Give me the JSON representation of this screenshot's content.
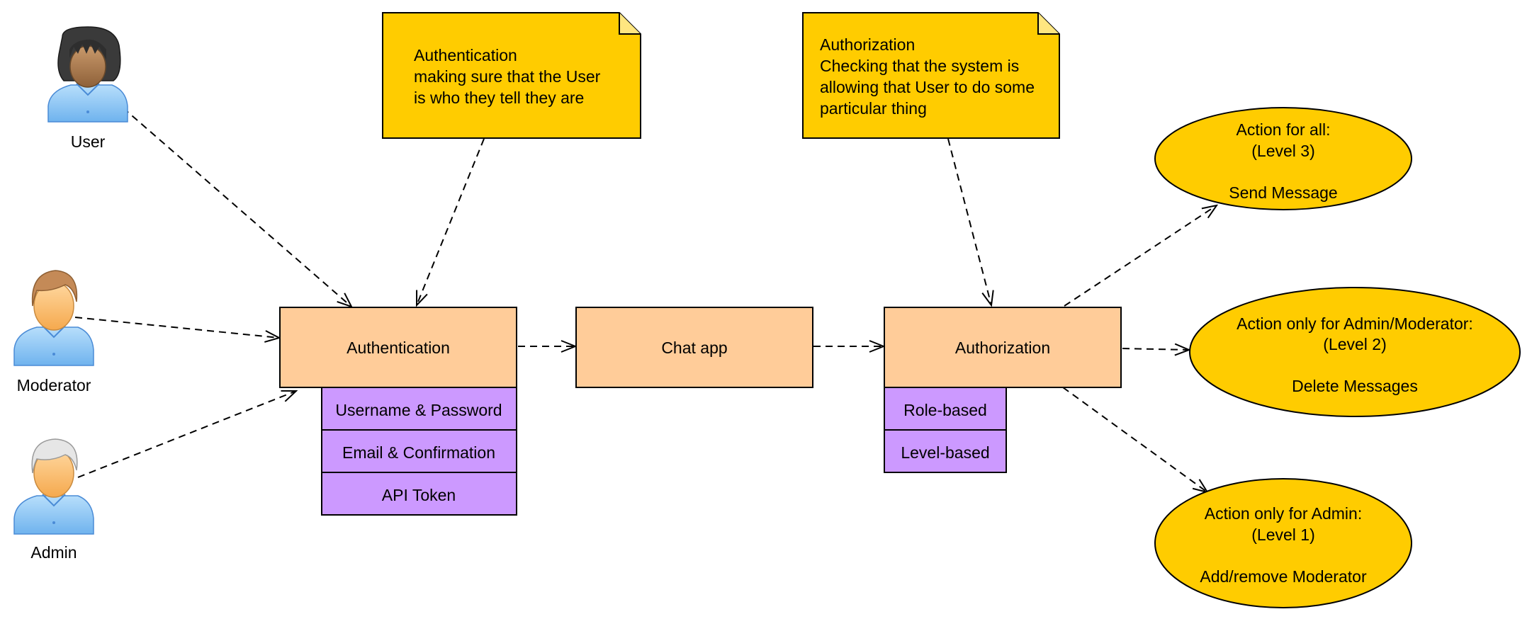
{
  "actors": {
    "user": "User",
    "moderator": "Moderator",
    "admin": "Admin"
  },
  "notes": {
    "authentication": [
      "Authentication",
      "making sure that the User",
      "is who they tell they are"
    ],
    "authorization": [
      "Authorization",
      "Checking that the system is",
      "allowing that User to do some",
      "particular thing"
    ]
  },
  "boxes": {
    "authentication": "Authentication",
    "chat_app": "Chat app",
    "authorization": "Authorization"
  },
  "auth_methods": [
    "Username & Password",
    "Email & Confirmation",
    "API Token"
  ],
  "authz_methods": [
    "Role-based",
    "Level-based"
  ],
  "actions": {
    "all": [
      "Action for all:",
      "(Level 3)",
      "",
      "Send Message"
    ],
    "admin_moderator": [
      "Action only for Admin/Moderator:",
      "(Level 2)",
      "",
      "Delete Messages"
    ],
    "admin": [
      "Action only for Admin:",
      "(Level 1)",
      "",
      "Add/remove Moderator"
    ]
  },
  "colors": {
    "process_box": "#FFCC99",
    "sub_box": "#CC99FF",
    "note": "#FFCC00",
    "action": "#FFCC00",
    "actor_shirt": "#8EC8F7"
  }
}
